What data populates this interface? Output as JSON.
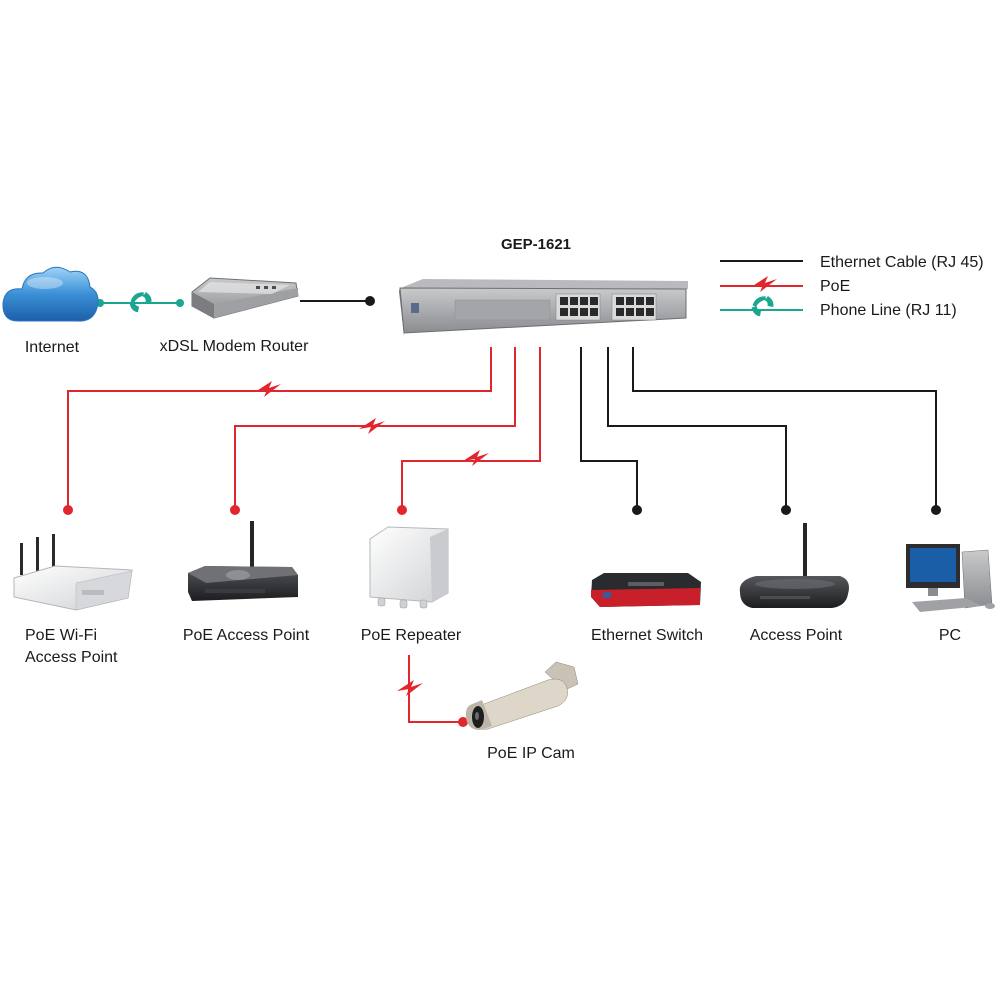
{
  "switch": {
    "model": "GEP-1621"
  },
  "legend": [
    {
      "label": "Ethernet Cable (RJ 45)",
      "type": "ethernet",
      "color": "#1a1a1a"
    },
    {
      "label": "PoE",
      "type": "poe",
      "color": "#e1262d"
    },
    {
      "label": "Phone Line (RJ 11)",
      "type": "phone",
      "color": "#1aa68f"
    }
  ],
  "nodes": {
    "internet": {
      "label": "Internet",
      "icon": "cloud-icon"
    },
    "modem": {
      "label": "xDSL Modem Router",
      "icon": "modem-router-icon"
    },
    "poe_wifi_ap": {
      "line1": "PoE Wi-Fi",
      "line2": "Access Point",
      "icon": "wifi-router-icon"
    },
    "poe_ap": {
      "label": "PoE Access Point",
      "icon": "access-point-icon"
    },
    "poe_repeater": {
      "label": "PoE Repeater",
      "icon": "repeater-icon"
    },
    "ethernet_switch": {
      "label": "Ethernet Switch",
      "icon": "ethernet-switch-icon"
    },
    "access_point": {
      "label": "Access Point",
      "icon": "wireless-router-icon"
    },
    "pc": {
      "label": "PC",
      "icon": "desktop-pc-icon"
    },
    "poe_ip_cam": {
      "label": "PoE IP Cam",
      "icon": "ip-camera-icon"
    }
  },
  "connections": [
    {
      "from": "internet",
      "to": "modem",
      "type": "phone"
    },
    {
      "from": "modem",
      "to": "switch",
      "type": "ethernet"
    },
    {
      "from": "switch",
      "to": "poe_wifi_ap",
      "type": "poe"
    },
    {
      "from": "switch",
      "to": "poe_ap",
      "type": "poe"
    },
    {
      "from": "switch",
      "to": "poe_repeater",
      "type": "poe"
    },
    {
      "from": "switch",
      "to": "ethernet_switch",
      "type": "ethernet"
    },
    {
      "from": "switch",
      "to": "access_point",
      "type": "ethernet"
    },
    {
      "from": "switch",
      "to": "pc",
      "type": "ethernet"
    },
    {
      "from": "poe_repeater",
      "to": "poe_ip_cam",
      "type": "poe"
    }
  ],
  "colors": {
    "ethernet": "#1a1a1a",
    "poe": "#e1262d",
    "phone": "#1aa68f",
    "cloud": "#3a8fd6"
  }
}
